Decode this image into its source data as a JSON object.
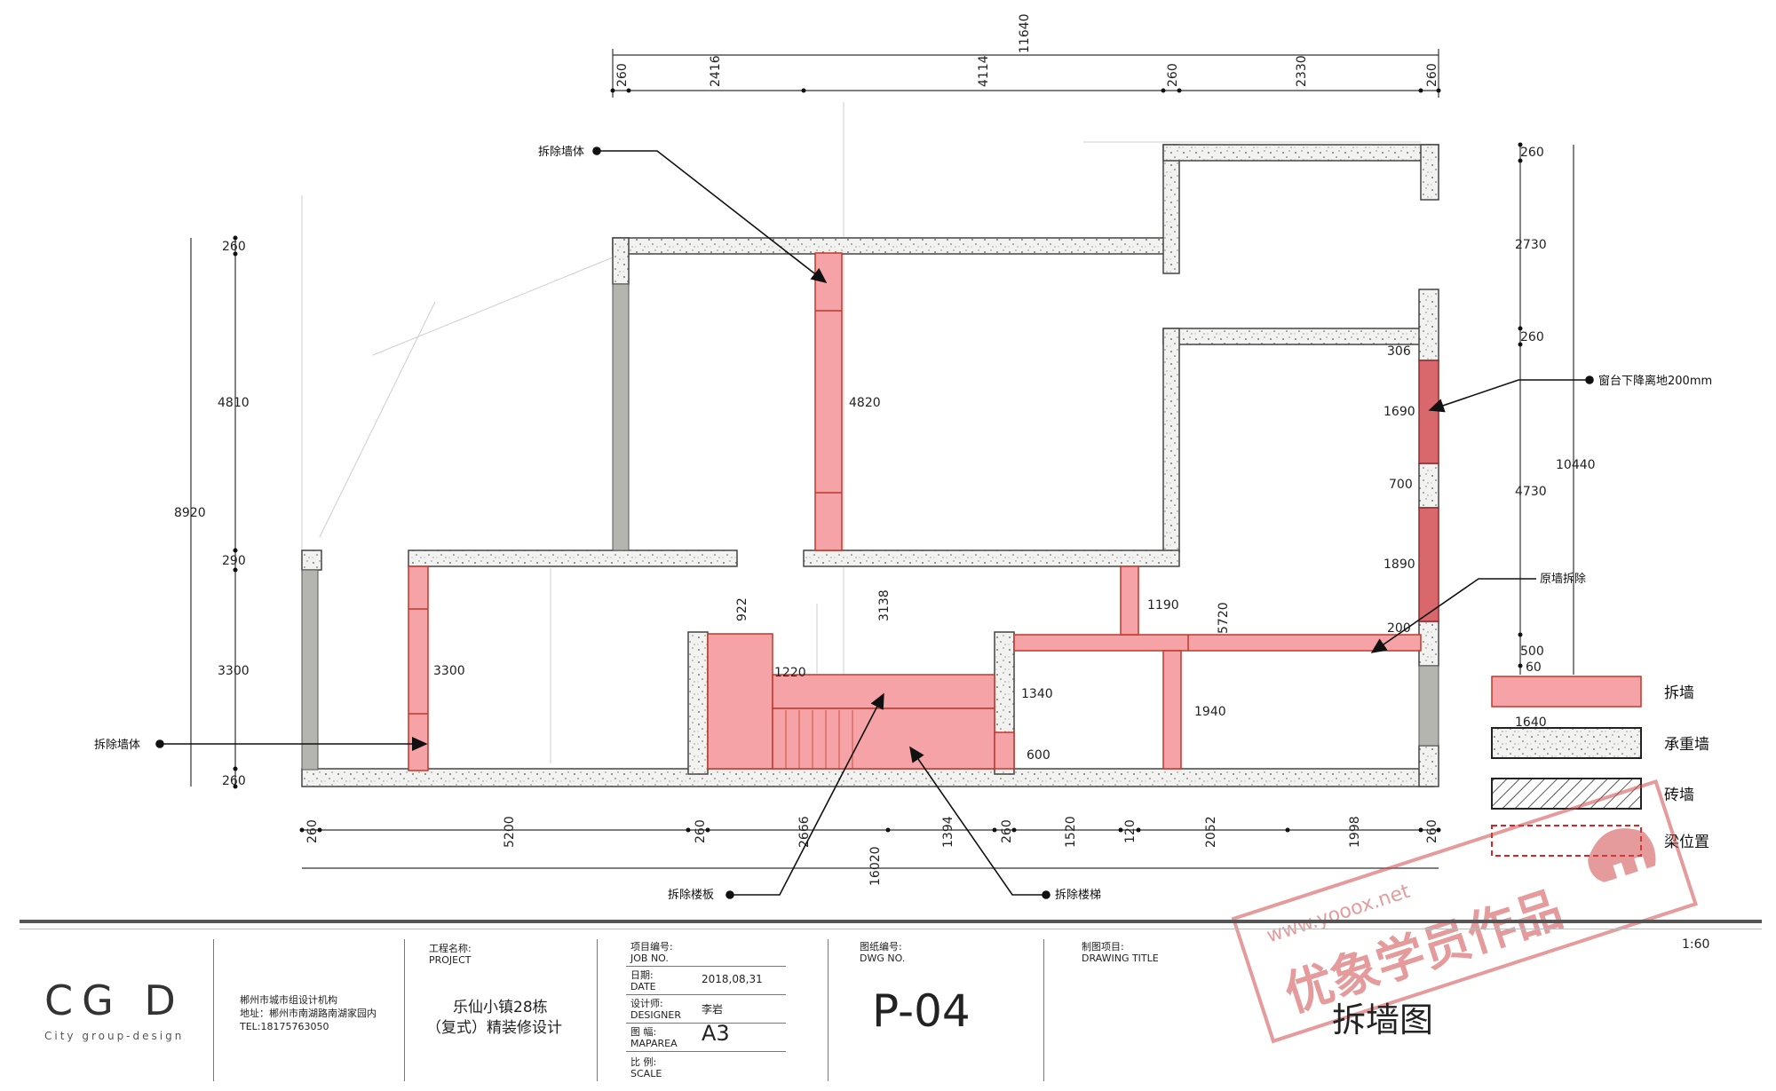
{
  "plan": {
    "top_dims": {
      "overall": "11640",
      "segments": [
        "260",
        "2416",
        "4114",
        "260",
        "2330",
        "260"
      ]
    },
    "bottom_dims": {
      "overall": "16020",
      "segments": [
        "260",
        "5200",
        "260",
        "2666",
        "1394",
        "260",
        "1520",
        "120",
        "2052",
        "1998",
        "260"
      ]
    },
    "left_dims": {
      "overall": "8920",
      "segments": [
        "260",
        "4810",
        "290",
        "3300",
        "260"
      ]
    },
    "right_dims": {
      "overall": "10440",
      "segments": [
        "260",
        "2730",
        "260",
        "4730",
        "500",
        "60"
      ]
    },
    "inner_dims": {
      "d4820": "4820",
      "d3300": "3300",
      "d922": "922",
      "d3138": "3138",
      "d1220": "1220",
      "d1340": "1340",
      "d600": "600",
      "d1190": "1190",
      "d5720": "5720",
      "d1940": "1940",
      "d306": "306",
      "d1690": "1690",
      "d700": "700",
      "d1890": "1890",
      "d200": "200",
      "d1640": "1640"
    },
    "annotations": {
      "demolish_wall_top": "拆除墙体",
      "demolish_wall_left": "拆除墙体",
      "window_sill": "窗台下降离地200mm",
      "original_wall": "原墙拆除",
      "demolish_floor_slab": "拆除楼板",
      "demolish_stairs": "拆除楼梯"
    },
    "legend": {
      "demolish": "拆墙",
      "load_bearing": "承重墙",
      "brick": "砖墙",
      "beam": "梁位置"
    },
    "colors": {
      "demolish_fill": "#f5a3a6",
      "demolish_stroke": "#c0392b",
      "window_fill": "#d9686c",
      "gray_wall": "#b5b5b0",
      "dim_line": "#333333"
    }
  },
  "watermark": {
    "url": "www.yooox.net",
    "text": "优象学员作品"
  },
  "title_block": {
    "logo": "CG D",
    "logo_sub": "City group-design",
    "company": "郴州市城市组设计机构",
    "address": "地址：郴州市南湖路南湖家园内",
    "tel": "TEL:18175763050",
    "project_label_cn": "工程名称:",
    "project_label_en": "PROJECT",
    "project_name_1": "乐仙小镇28栋",
    "project_name_2": "（复式）精装修设计",
    "job_no_cn": "项目编号:",
    "job_no_en": "JOB NO.",
    "date_cn": "日期:",
    "date_en": "DATE",
    "date_value": "2018,08,31",
    "designer_cn": "设计师:",
    "designer_en": "DESIGNER",
    "designer_value": "李岩",
    "maparea_cn": "图 幅:",
    "maparea_en": "MAPAREA",
    "maparea_value": "A3",
    "scale_cn": "比 例:",
    "scale_en": "SCALE",
    "dwg_cn": "图纸编号:",
    "dwg_en": "DWG NO.",
    "dwg_value": "P-04",
    "title_cn": "制图项目:",
    "title_en": "DRAWING TITLE",
    "title_value": "拆墙图",
    "scale_value": "1:60"
  }
}
